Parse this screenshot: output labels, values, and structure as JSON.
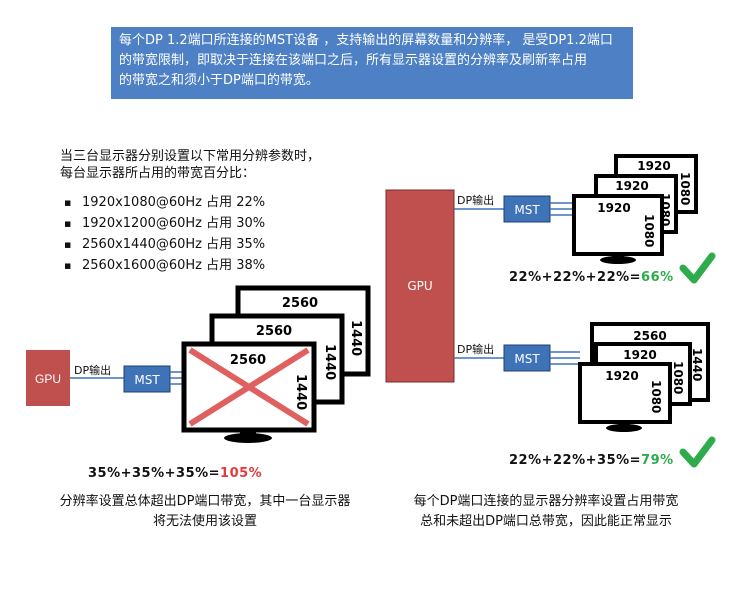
{
  "banner": {
    "line1": "每个DP 1.2端口所连接的MST设备 ，支持输出的屏幕数量和分辨率， 是受DP1.2端口",
    "line2": "的带宽限制，即取决于连接在该端口之后，所有显示器设置的分辨率及刷新率占用",
    "line3": "的带宽之和须小于DP端口的带宽。"
  },
  "intro": {
    "line1": "当三台显示器分别设置以下常用分辨参数时，",
    "line2": "每台显示器所占用的带宽百分比："
  },
  "resolutions": [
    "1920x1080@60Hz 占用  22%",
    "1920x1200@60Hz 占用  30%",
    "2560x1440@60Hz 占用 35%",
    "2560x1600@60Hz 占用 38%"
  ],
  "labels": {
    "gpu": "GPU",
    "dp_out": "DP输出",
    "mst": "MST"
  },
  "left": {
    "monitor_w": "2560",
    "monitor_h": "1440",
    "sum_parts": "35%+35%+35%=",
    "sum_total": "105%",
    "caption1": "分辨率设置总体超出DP端口带宽，其中一台显示器",
    "caption2": "将无法使用该设置"
  },
  "top_right": {
    "monitor_w": "1920",
    "monitor_h": "1080",
    "sum_parts": "22%+22%+22%=",
    "sum_total": "66%"
  },
  "bottom_right": {
    "monitor_back_w": "2560",
    "monitor_back_h": "1440",
    "monitor_w": "1920",
    "monitor_h": "1080",
    "sum_parts": "22%+22%+35%=",
    "sum_total": "79%"
  },
  "right_caption": {
    "line1": "每个DP端口连接的显示器分辨率设置占用带宽",
    "line2": "总和未超出DP端口总带宽，因此能正常显示"
  },
  "colors": {
    "banner": "#4d80c4",
    "gpu": "#c0504d",
    "mst": "#3f73b8",
    "ok": "#2eac4c",
    "over": "#e53b3b"
  }
}
